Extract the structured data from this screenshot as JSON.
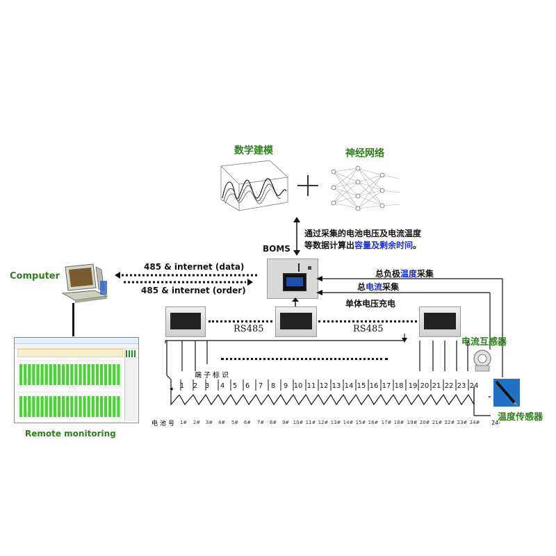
{
  "labels": {
    "math_model": "数学建模",
    "neural_net": "神经网络",
    "boms": "BOMS",
    "desc_line1": "通过采集的电池电压及电流温度",
    "desc_line2_a": "等数据计算出",
    "desc_line2_b": "容量及剩余时间",
    "desc_line2_c": "。",
    "computer": "Computer",
    "link_data": "485 & internet (data)",
    "link_order": "485 & internet (order)",
    "neg_temp_a": "总负极",
    "neg_temp_b": "温度",
    "neg_temp_c": "采集",
    "current_a": "总",
    "current_b": "电流",
    "current_c": "采集",
    "cell_voltage": "单体电压充电",
    "rs485_left": "RS485",
    "rs485_right": "RS485",
    "current_transformer": "电流互感器",
    "temp_sensor": "温度传感器",
    "terminal_mark": "端子标识",
    "cell_no": "电池号",
    "remote": "Remote monitoring",
    "minus": "-",
    "last_cell": "24-"
  },
  "terminals": [
    "1",
    "2",
    "3",
    "4",
    "5",
    "6",
    "7",
    "8",
    "9",
    "10",
    "11",
    "12",
    "13",
    "14",
    "15",
    "16",
    "17",
    "18",
    "19",
    "20",
    "21",
    "22",
    "23",
    "24"
  ],
  "cells": [
    "1#",
    "2#",
    "3#",
    "4#",
    "5#",
    "6#",
    "7#",
    "8#",
    "9#",
    "10#",
    "11#",
    "12#",
    "13#",
    "14#",
    "15#",
    "16#",
    "17#",
    "18#",
    "19#",
    "20#",
    "21#",
    "22#",
    "23#",
    "24#"
  ],
  "colors": {
    "green_label": "#2e7d1e",
    "accent_blue": "#1a2bd8",
    "bar_green": "#4cd137"
  }
}
